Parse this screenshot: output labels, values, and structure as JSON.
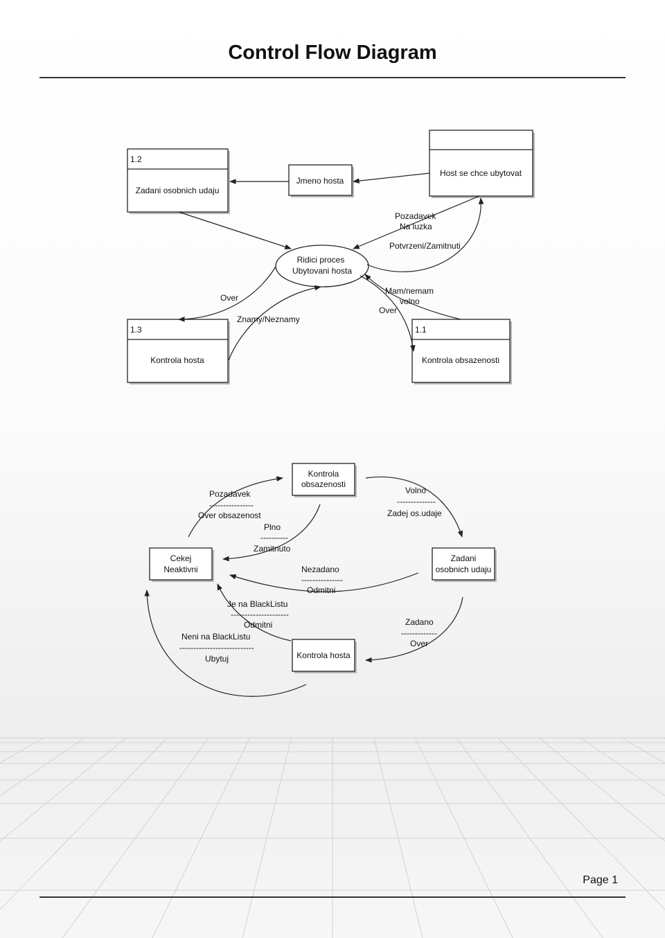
{
  "document": {
    "title": "Control Flow Diagram",
    "page_label": "Page 1"
  },
  "top_diagram": {
    "nodes": {
      "host": {
        "header": "",
        "label": "Host se chce ubytovat"
      },
      "zadani": {
        "id": "1.2",
        "label": "Zadani osobnich udaju"
      },
      "jmeno": {
        "label": "Jmeno hosta"
      },
      "ridici": {
        "line1": "Ridici proces",
        "line2": "Ubytovani hosta"
      },
      "kontrola_hosta": {
        "id": "1.3",
        "label": "Kontrola hosta"
      },
      "kontrola_obsaz": {
        "id": "1.1",
        "label": "Kontrola obsazenosti"
      }
    },
    "edges": {
      "pozadavek1": "Pozadavek",
      "pozadavek2": "Na luzka",
      "potvrzeni": "Potvrzeni/Zamitnuti",
      "over_left": "Over",
      "znamy": "Znamy/Neznamy",
      "mam1": "Mam/nemam",
      "mam2": "volno",
      "over_right": "Over"
    }
  },
  "bottom_diagram": {
    "nodes": {
      "kontrola_obsaz": {
        "line1": "Kontrola",
        "line2": "obsazenosti"
      },
      "cekej": {
        "line1": "Cekej",
        "line2": "Neaktivni"
      },
      "zadani": {
        "line1": "Zadani",
        "line2": "osobnich udaju"
      },
      "kontrola_hosta": {
        "label": "Kontrola hosta"
      }
    },
    "transitions": {
      "pozadavek": {
        "event": "Pozadavek",
        "sep": "----------------",
        "action": "Over obsazenost"
      },
      "plno": {
        "event": "Plno",
        "sep": "----------",
        "action": "Zamitnuto"
      },
      "volno": {
        "event": "Volno",
        "sep": "--------------",
        "action": "Zadej os.udaje"
      },
      "nezadano": {
        "event": "Nezadano",
        "sep": "---------------",
        "action": "Odmitni"
      },
      "blacklist": {
        "event": "Je na BlackListu",
        "sep": "---------------------",
        "action": "Odmitni"
      },
      "zadano": {
        "event": "Zadano",
        "sep": "-------------",
        "action": "Over"
      },
      "neni": {
        "event": "Neni na BlackListu",
        "sep": "---------------------------",
        "action": "Ubytuj"
      }
    }
  }
}
